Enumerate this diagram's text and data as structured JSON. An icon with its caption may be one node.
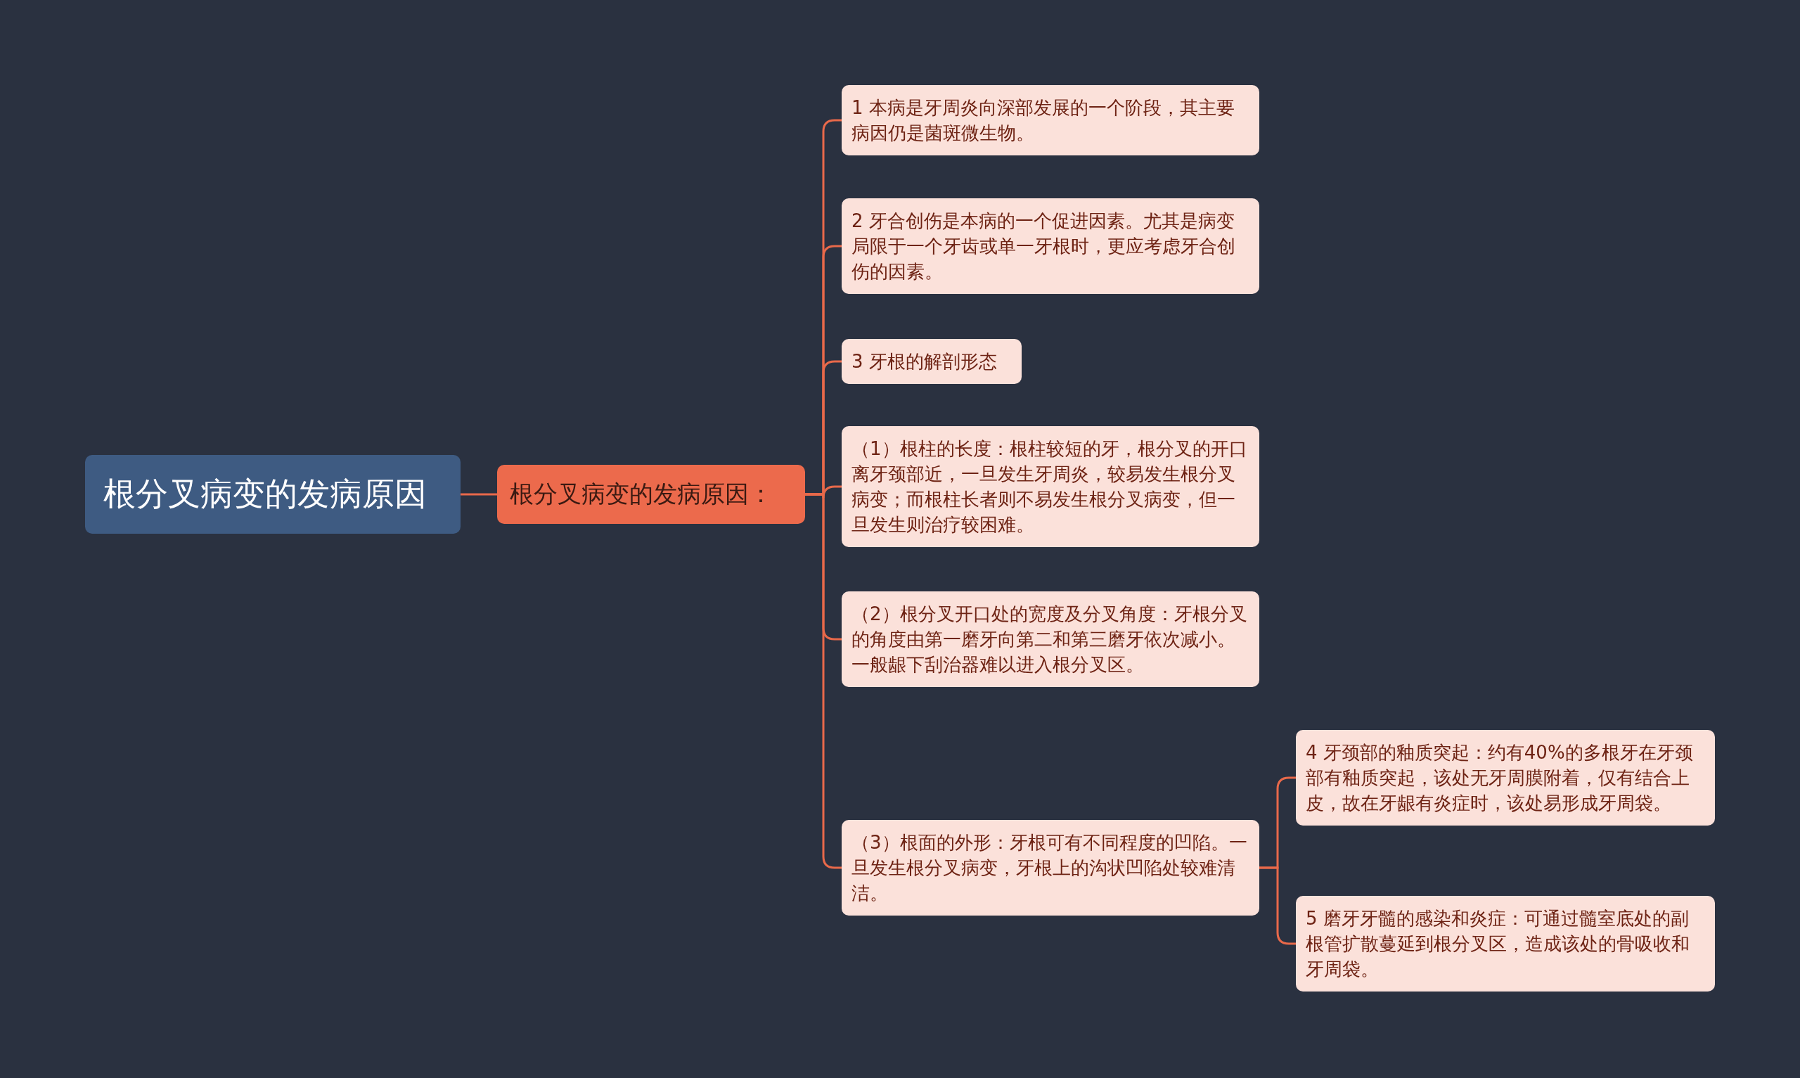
{
  "diagram": {
    "nodes": [
      {
        "text": [
          "根分叉病变的发病原因"
        ]
      },
      {
        "text": [
          "根分叉病变的发病原因："
        ]
      },
      {
        "text": [
          "1 本病是牙周炎向深部发展的一个阶段，其主要病因仍是菌斑微生物。"
        ]
      },
      {
        "text": [
          "2 牙合创伤是本病的一个促进因素。尤其是病变局限于一个牙齿或单一牙根时，更应考虑牙合创伤的因素。"
        ]
      },
      {
        "text": [
          "3 牙根的解剖形态"
        ]
      },
      {
        "text": [
          "（1）根柱的长度：根柱较短的牙，根分叉的开口离牙颈部近，一旦发生牙周炎，较易发生根分叉病变；而根柱长者则不易发生根分叉病变，但一旦发生则治疗较困难。"
        ]
      },
      {
        "text": [
          "（2）根分叉开口处的宽度及分叉角度：牙根分叉的角度由第一磨牙向第二和第三磨牙依次减小。一般龈下刮治器难以进入根分叉区。"
        ]
      },
      {
        "text": [
          "（3）根面的外形：牙根可有不同程度的凹陷。一旦发生根分叉病变，牙根上的沟状凹陷处较难清洁。"
        ]
      },
      {
        "text": [
          "4 牙颈部的釉质突起：约有40%的多根牙在牙颈部有釉质突起，该处无牙周膜附着，仅有结合上皮，故在牙龈有炎症时，该处易形成牙周袋。"
        ]
      },
      {
        "text": [
          "5 磨牙牙髓的感染和炎症：可通过髓室底处的副根管扩散蔓延到根分叉区，造成该处的骨吸收和牙周袋。"
        ]
      }
    ],
    "edges": [
      {
        "from": 0,
        "to": 1,
        "arrow": "none"
      },
      {
        "from": 1,
        "to": 2,
        "arrow": "none"
      },
      {
        "from": 1,
        "to": 3,
        "arrow": "none"
      },
      {
        "from": 1,
        "to": 4,
        "arrow": "none"
      },
      {
        "from": 1,
        "to": 5,
        "arrow": "none"
      },
      {
        "from": 1,
        "to": 6,
        "arrow": "none"
      },
      {
        "from": 1,
        "to": 7,
        "arrow": "none"
      },
      {
        "from": 7,
        "to": 8,
        "arrow": "none"
      },
      {
        "from": 7,
        "to": 9,
        "arrow": "none"
      }
    ]
  }
}
